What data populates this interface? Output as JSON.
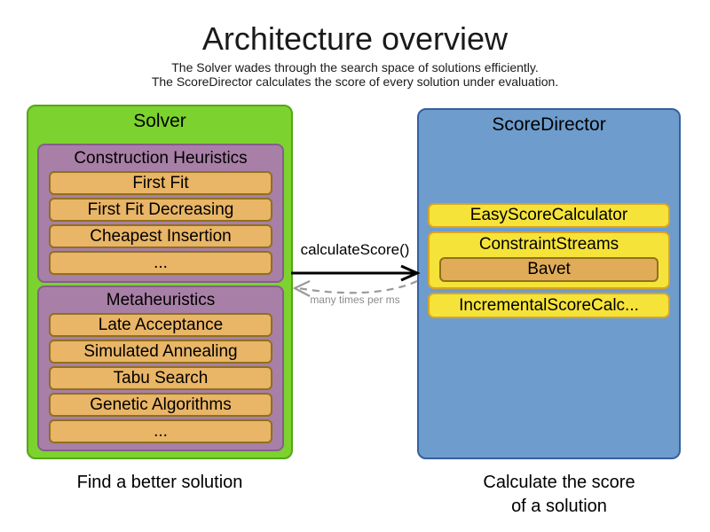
{
  "header": {
    "title": "Architecture overview",
    "subtitle_line1": "The Solver wades through the search space of solutions efficiently.",
    "subtitle_line2": "The ScoreDirector calculates the score of every solution under evaluation."
  },
  "solver": {
    "title": "Solver",
    "caption": "Find a better solution",
    "construction_heuristics": {
      "title": "Construction Heuristics",
      "items": [
        "First Fit",
        "First Fit Decreasing",
        "Cheapest Insertion",
        "..."
      ]
    },
    "metaheuristics": {
      "title": "Metaheuristics",
      "items": [
        "Late Acceptance",
        "Simulated Annealing",
        "Tabu Search",
        "Genetic Algorithms",
        "..."
      ]
    }
  },
  "score_director": {
    "title": "ScoreDirector",
    "caption_line1": "Calculate the score",
    "caption_line2": "of a solution",
    "easy_score_calculator": "EasyScoreCalculator",
    "constraint_streams": "ConstraintStreams",
    "bavet": "Bavet",
    "incremental_score_calculator": "IncrementalScoreCalc..."
  },
  "interaction": {
    "call_label": "calculateScore()",
    "frequency_label": "many times per ms"
  },
  "colors": {
    "solver_fill": "#7cd22e",
    "solver_border": "#54a616",
    "phase_fill": "#a87fa6",
    "phase_border": "#865e8c",
    "algorithm_fill": "#e9b566",
    "algorithm_border": "#90701e",
    "score_director_fill": "#6e9ccd",
    "score_director_border": "#35609f",
    "calculator_fill": "#f6e339",
    "calculator_border": "#d9a521",
    "bavet_fill": "#e0ac58",
    "solid_arrow": "#000000",
    "dashed_arrow": "#999999"
  }
}
